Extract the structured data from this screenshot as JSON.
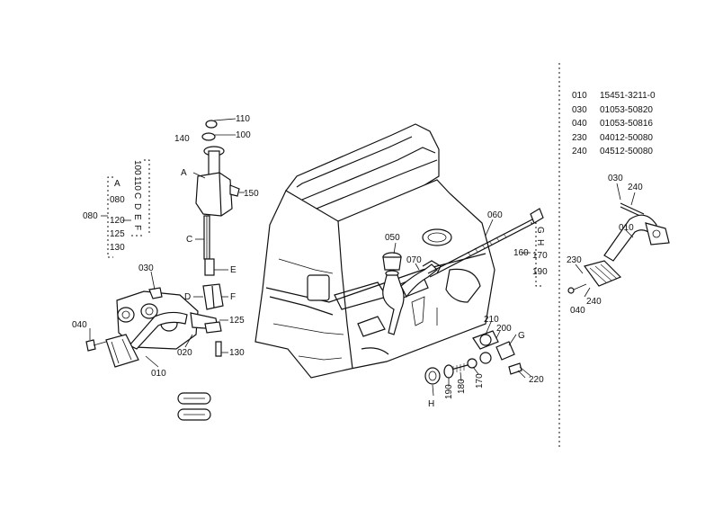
{
  "parts_table": [
    {
      "code": "010",
      "part": "15451-3211-0"
    },
    {
      "code": "030",
      "part": "01053-50820"
    },
    {
      "code": "040",
      "part": "01053-50816"
    },
    {
      "code": "230",
      "part": "04012-50080"
    },
    {
      "code": "240",
      "part": "04512-50080"
    }
  ],
  "callouts": {
    "c110": "110",
    "c140": "140",
    "c100": "100",
    "cA": "A",
    "c150": "150",
    "cC": "C",
    "cE": "E",
    "cD": "D",
    "cF": "F",
    "c125": "125",
    "c020": "020",
    "c130": "130",
    "c010": "010",
    "c030": "030",
    "c040": "040",
    "c050": "050",
    "c070": "070",
    "c060": "060",
    "c160": "160",
    "c210": "210",
    "c200": "200",
    "cG": "G",
    "c220": "220",
    "c170": "170",
    "c180": "180",
    "c190": "190",
    "cH": "H",
    "r030": "030",
    "r240": "240",
    "r010": "010",
    "r230": "230",
    "r240b": "240",
    "r040": "040"
  },
  "left_bracket": {
    "outer": "080",
    "col1": [
      "A",
      "080",
      "120",
      "125",
      "130"
    ],
    "col2": [
      "100",
      "110",
      "C",
      "D",
      "E",
      "F"
    ]
  },
  "right_bracket": [
    "G",
    "H",
    "170",
    "190"
  ],
  "stamps": [
    "",
    ""
  ]
}
